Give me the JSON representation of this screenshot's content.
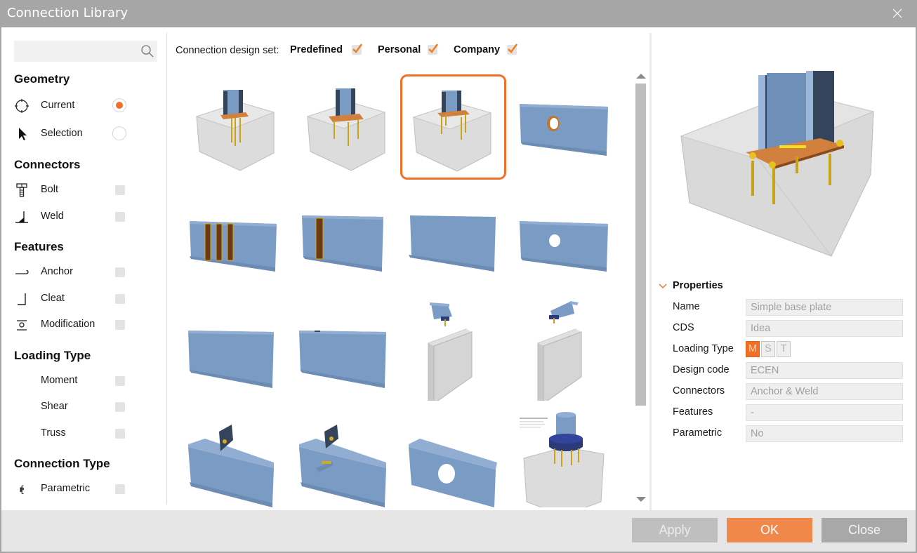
{
  "window": {
    "title": "Connection Library",
    "close_icon": "close-icon"
  },
  "sidebar": {
    "search": {
      "value": "",
      "placeholder": "",
      "icon": "search-icon"
    },
    "sections": {
      "geometry": {
        "title": "Geometry",
        "items": [
          {
            "label": "Current",
            "icon": "crosshair-icon",
            "control": "radio",
            "checked": true
          },
          {
            "label": "Selection",
            "icon": "cursor-arrow-icon",
            "control": "radio",
            "checked": false
          }
        ]
      },
      "connectors": {
        "title": "Connectors",
        "items": [
          {
            "label": "Bolt",
            "icon": "bolt-icon",
            "control": "checkbox",
            "checked": false
          },
          {
            "label": "Weld",
            "icon": "weld-icon",
            "control": "checkbox",
            "checked": false
          }
        ]
      },
      "features": {
        "title": "Features",
        "items": [
          {
            "label": "Anchor",
            "icon": "anchor-icon",
            "control": "checkbox",
            "checked": false
          },
          {
            "label": "Cleat",
            "icon": "cleat-icon",
            "control": "checkbox",
            "checked": false
          },
          {
            "label": "Modification",
            "icon": "modification-icon",
            "control": "checkbox",
            "checked": false
          }
        ]
      },
      "loading_type": {
        "title": "Loading Type",
        "items": [
          {
            "label": "Moment",
            "control": "checkbox",
            "checked": false
          },
          {
            "label": "Shear",
            "control": "checkbox",
            "checked": false
          },
          {
            "label": "Truss",
            "control": "checkbox",
            "checked": false
          }
        ]
      },
      "connection_type": {
        "title": "Connection Type",
        "items": [
          {
            "label": "Parametric",
            "icon": "parametric-icon",
            "control": "checkbox",
            "checked": false
          }
        ]
      }
    }
  },
  "design_set": {
    "label": "Connection design set:",
    "options": [
      {
        "label": "Predefined",
        "checked": true
      },
      {
        "label": "Personal",
        "checked": true
      },
      {
        "label": "Company",
        "checked": true
      }
    ]
  },
  "library": {
    "selected_index": 2,
    "tiles": [
      {
        "kind": "base-plate-column-concrete-block",
        "index": 0
      },
      {
        "kind": "base-plate-stiffeners-concrete-block",
        "index": 1
      },
      {
        "kind": "simple-base-plate-concrete-block",
        "index": 2
      },
      {
        "kind": "beam-web-opening-reinforced",
        "index": 3
      },
      {
        "kind": "beam-web-three-stiffeners",
        "index": 4
      },
      {
        "kind": "beam-web-end-stiffener",
        "index": 5
      },
      {
        "kind": "plain-beam",
        "index": 6
      },
      {
        "kind": "beam-web-circular-opening",
        "index": 7
      },
      {
        "kind": "beam-notched-flange",
        "index": 8
      },
      {
        "kind": "beam-notched-flange-2",
        "index": 9
      },
      {
        "kind": "beam-to-wall-anchored",
        "index": 10
      },
      {
        "kind": "beam-on-wall-anchored",
        "index": 11
      },
      {
        "kind": "beam-with-fin-plate",
        "index": 12
      },
      {
        "kind": "beam-with-fin-plate-and-bracket",
        "index": 13
      },
      {
        "kind": "beam-large-web-opening",
        "index": 14
      },
      {
        "kind": "circular-column-base-plate",
        "index": 15
      }
    ],
    "scrollbar": {
      "up": "arrow-up-icon",
      "down": "arrow-down-icon"
    }
  },
  "properties": {
    "title": "Properties",
    "chevron": "chevron-down-icon",
    "rows": {
      "name": {
        "label": "Name",
        "value": "Simple base plate"
      },
      "cds": {
        "label": "CDS",
        "value": "Idea"
      },
      "loading_type": {
        "label": "Loading Type",
        "options": [
          "M",
          "S",
          "T"
        ],
        "active": "M"
      },
      "design_code": {
        "label": "Design code",
        "value": "ECEN"
      },
      "connectors": {
        "label": "Connectors",
        "value": "Anchor & Weld"
      },
      "features": {
        "label": "Features",
        "value": "-"
      },
      "parametric": {
        "label": "Parametric",
        "value": "No"
      }
    }
  },
  "footer": {
    "apply": "Apply",
    "ok": "OK",
    "close": "Close"
  },
  "colors": {
    "accent": "#f07028",
    "titlebar": "#a6a6a6",
    "steel": "#7a9bc4",
    "steel_dark": "#34445a",
    "plate": "#d2803e",
    "bolt": "#d4a820",
    "concrete": "#d9d9d9"
  }
}
